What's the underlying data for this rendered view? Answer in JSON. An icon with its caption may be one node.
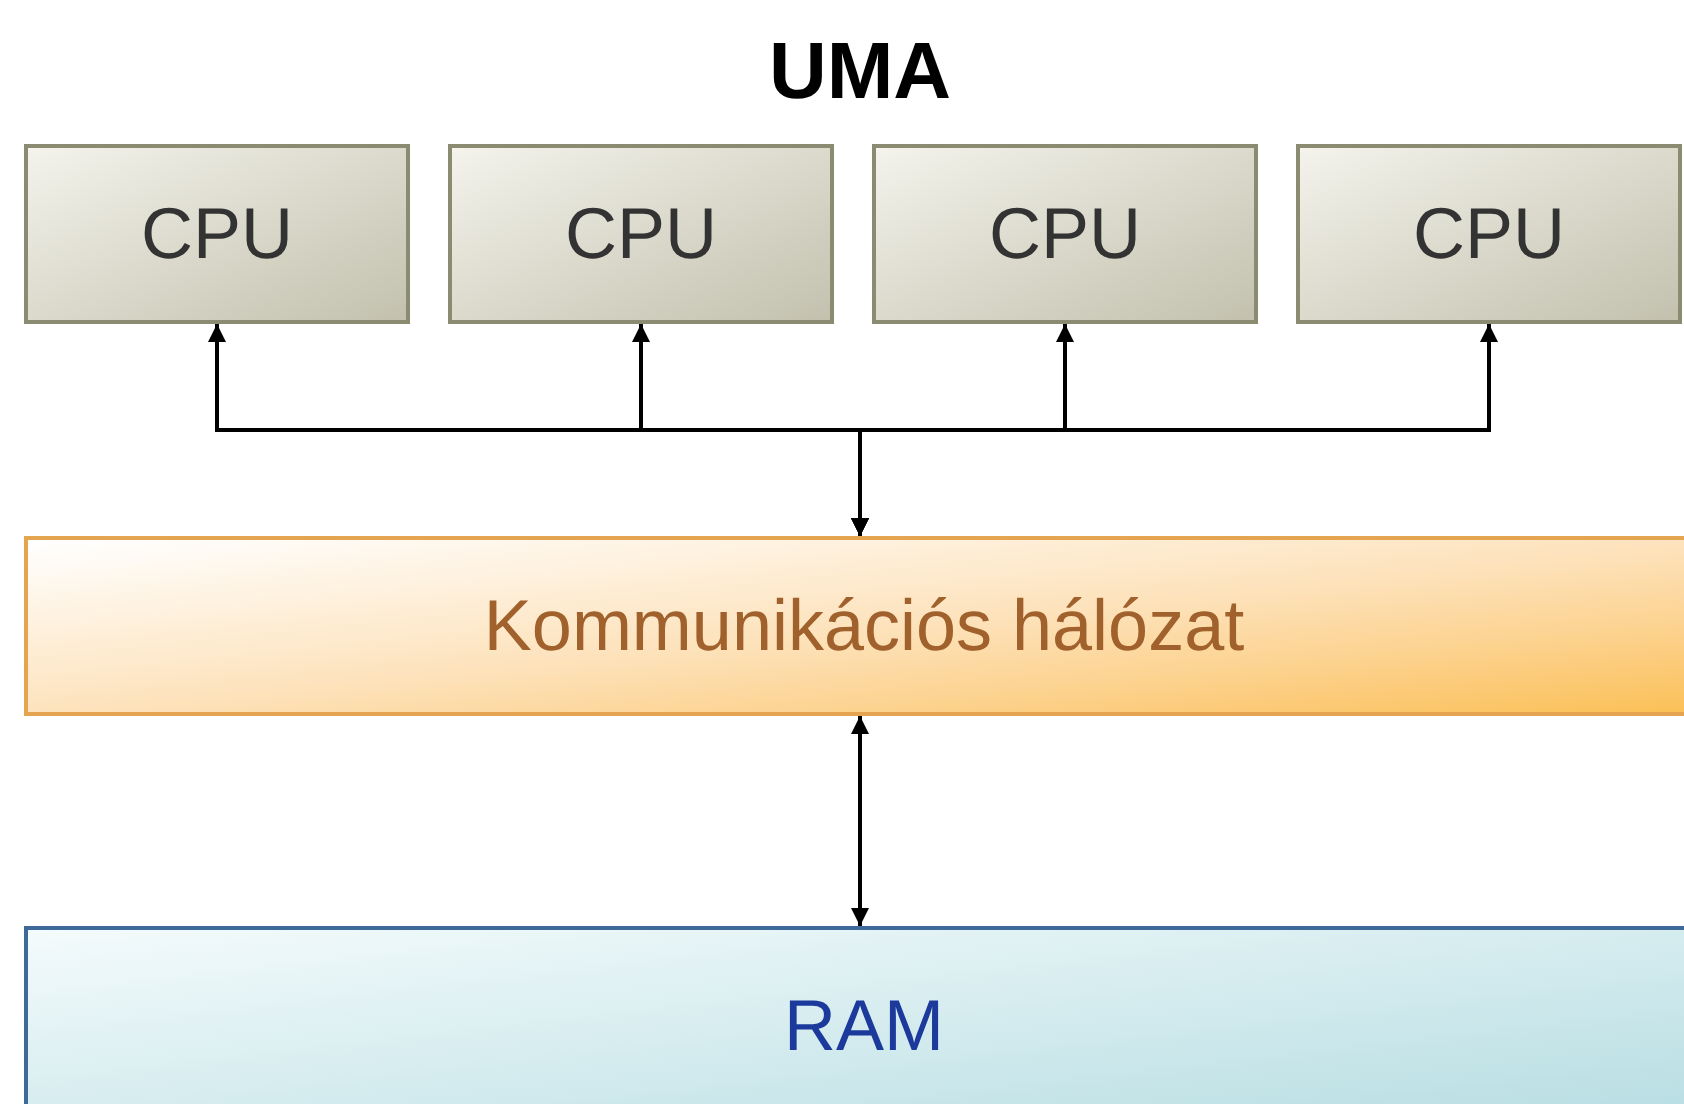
{
  "diagram": {
    "title": "UMA",
    "nodes": [
      {
        "text": [
          "CPU"
        ]
      },
      {
        "text": [
          "CPU"
        ]
      },
      {
        "text": [
          "CPU"
        ]
      },
      {
        "text": [
          "CPU"
        ]
      },
      {
        "text": [
          "Kommunikációs hálózat"
        ]
      },
      {
        "text": [
          "RAM"
        ]
      }
    ],
    "edges": [
      {
        "from": 0,
        "to": 4,
        "arrow": "both"
      },
      {
        "from": 1,
        "to": 4,
        "arrow": "both"
      },
      {
        "from": 2,
        "to": 4,
        "arrow": "both"
      },
      {
        "from": 3,
        "to": 4,
        "arrow": "both"
      },
      {
        "from": 4,
        "to": 5,
        "arrow": "both"
      }
    ]
  }
}
